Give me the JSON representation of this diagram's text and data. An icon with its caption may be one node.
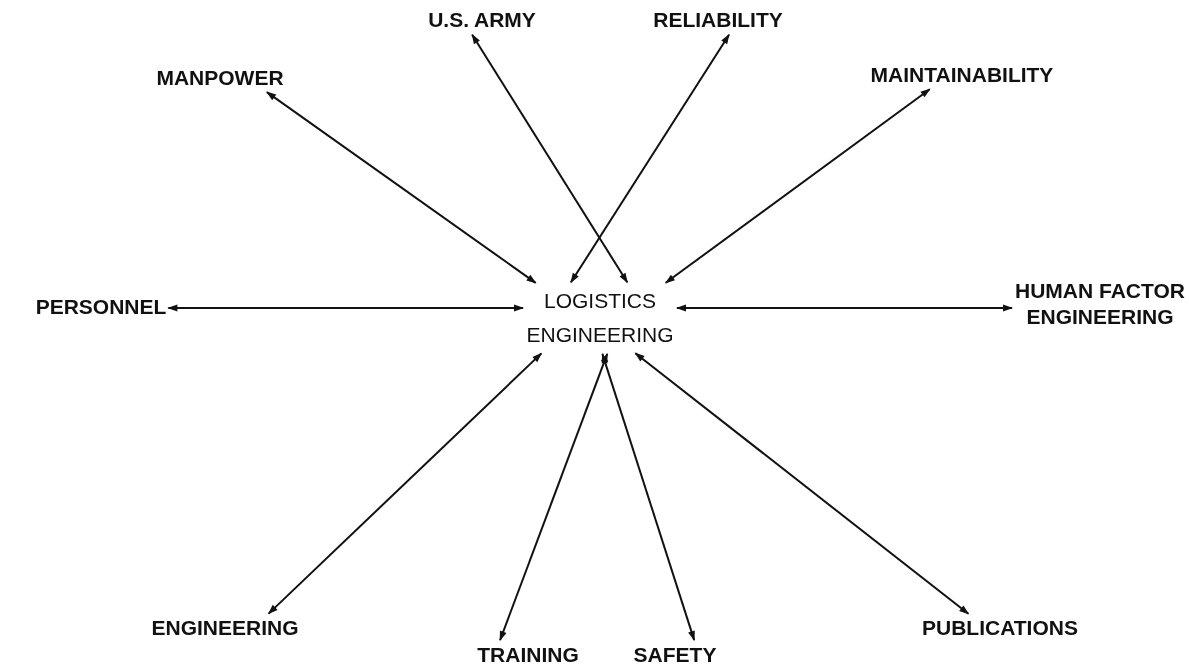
{
  "diagram": {
    "nodes": [
      {
        "text": [
          "LOGISTICS ENGINEERING"
        ]
      },
      {
        "text": [
          "U.S. ARMY"
        ]
      },
      {
        "text": [
          "RELIABILITY"
        ]
      },
      {
        "text": [
          "MANPOWER"
        ]
      },
      {
        "text": [
          "MAINTAINABILITY"
        ]
      },
      {
        "text": [
          "PERSONNEL"
        ]
      },
      {
        "text": [
          "HUMAN FACTOR ENGINEERING"
        ]
      },
      {
        "text": [
          "ENGINEERING"
        ]
      },
      {
        "text": [
          "PUBLICATIONS"
        ]
      },
      {
        "text": [
          "TRAINING"
        ]
      },
      {
        "text": [
          "SAFETY"
        ]
      }
    ],
    "edges": [
      {
        "from": 1,
        "to": 0,
        "arrow": "both"
      },
      {
        "from": 2,
        "to": 0,
        "arrow": "both"
      },
      {
        "from": 3,
        "to": 0,
        "arrow": "both"
      },
      {
        "from": 4,
        "to": 0,
        "arrow": "both"
      },
      {
        "from": 5,
        "to": 0,
        "arrow": "both"
      },
      {
        "from": 6,
        "to": 0,
        "arrow": "both"
      },
      {
        "from": 7,
        "to": 0,
        "arrow": "both"
      },
      {
        "from": 8,
        "to": 0,
        "arrow": "both"
      },
      {
        "from": 9,
        "to": 0,
        "arrow": "both"
      },
      {
        "from": 10,
        "to": 0,
        "arrow": "both"
      }
    ]
  }
}
